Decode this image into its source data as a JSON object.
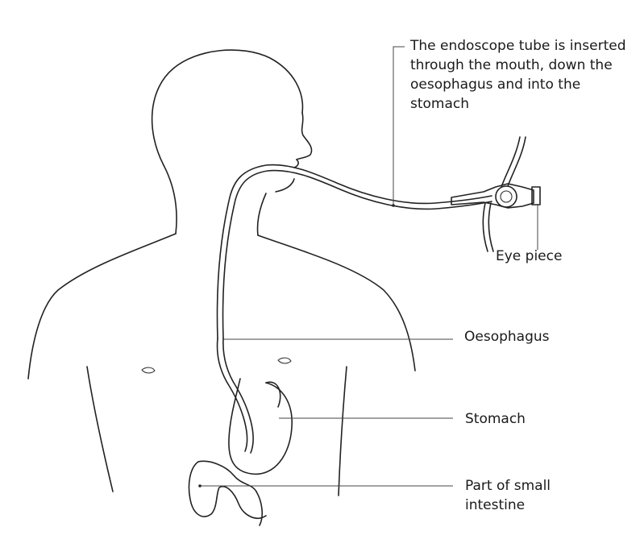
{
  "labels": {
    "endoscope": "The endoscope tube is inserted through the mouth, down the oesophagus and into the stomach",
    "eye_piece": "Eye piece",
    "oesophagus": "Oesophagus",
    "stomach": "Stomach",
    "intestine": "Part of small intestine"
  }
}
